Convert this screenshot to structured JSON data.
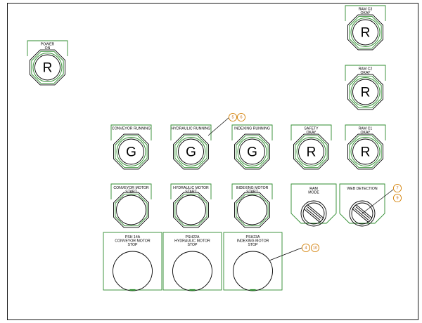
{
  "indicators": [
    {
      "id": "power-on",
      "lines": [
        "POWER",
        "ON"
      ],
      "letter": "R"
    },
    {
      "id": "ram-c3-okay",
      "lines": [
        "RAM C3",
        "OKAY"
      ],
      "letter": "R"
    },
    {
      "id": "ram-c2-okay",
      "lines": [
        "RAM C2",
        "OKAY"
      ],
      "letter": "R"
    },
    {
      "id": "conveyor-running",
      "lines": [
        "CONVEYOR RUNNING"
      ],
      "letter": "G"
    },
    {
      "id": "hydraulic-running",
      "lines": [
        "HYDRAULIC RUNNING"
      ],
      "letter": "G"
    },
    {
      "id": "indexing-running",
      "lines": [
        "INDEXING RUNNING"
      ],
      "letter": "G"
    },
    {
      "id": "safety-okay",
      "lines": [
        "SAFETY",
        "OKAY"
      ],
      "letter": "R"
    },
    {
      "id": "ram-c1-okay",
      "lines": [
        "RAM C1",
        "OKAY"
      ],
      "letter": "R"
    }
  ],
  "start_buttons": [
    {
      "id": "conveyor-motor-start",
      "lines": [
        "CONVEYOR MOTOR",
        "START"
      ]
    },
    {
      "id": "hydraulic-motor-start",
      "lines": [
        "HYDRAULIC MOTOR",
        "START"
      ]
    },
    {
      "id": "indexing-motor-start",
      "lines": [
        "INDEXING MOTOR",
        "START"
      ]
    }
  ],
  "selectors": [
    {
      "id": "ram-mode",
      "lines": [
        "RAM",
        "MODE"
      ]
    },
    {
      "id": "web-detection",
      "lines": [
        "WEB DETECTION"
      ]
    }
  ],
  "stop_buttons": [
    {
      "id": "conveyor-motor-stop",
      "lines": [
        "PSH 14A",
        "CONVEYOR MOTOR",
        "STOP"
      ]
    },
    {
      "id": "hydraulic-motor-stop",
      "lines": [
        "PSH22A",
        "HYDRAULIC MOTOR",
        "STOP"
      ]
    },
    {
      "id": "indexing-motor-stop",
      "lines": [
        "PSH23A",
        "INDEXING MOTOR",
        "STOP"
      ]
    }
  ],
  "callouts": [
    {
      "id": "callout-5-6",
      "numbers": [
        "5",
        "6"
      ]
    },
    {
      "id": "callout-7-9",
      "numbers": [
        "7",
        "9"
      ]
    },
    {
      "id": "callout-4-10",
      "numbers": [
        "4",
        "10"
      ]
    }
  ],
  "colors": {
    "outline": "#2e8b2e",
    "callout": "#d4830a",
    "ink": "#000000"
  }
}
